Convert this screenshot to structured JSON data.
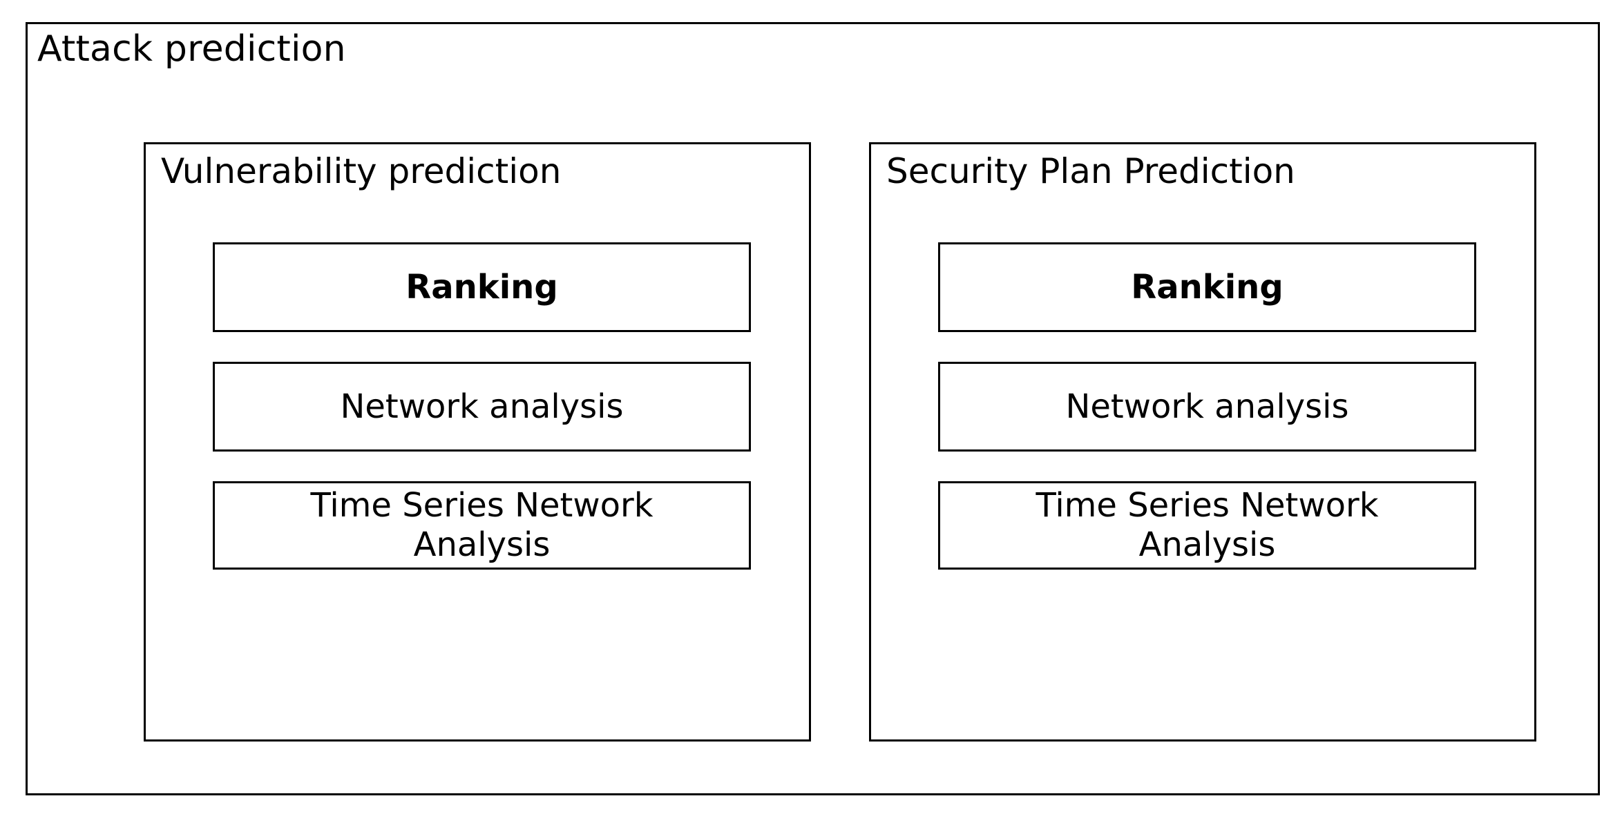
{
  "diagram": {
    "title": "Attack prediction",
    "columns": [
      {
        "title": "Vulnerability prediction",
        "items": [
          {
            "label": "Ranking",
            "emphasis": "bold"
          },
          {
            "label": "Network analysis",
            "emphasis": "regular"
          },
          {
            "label": "Time Series Network\nAnalysis",
            "emphasis": "regular"
          }
        ]
      },
      {
        "title": "Security Plan Prediction",
        "items": [
          {
            "label": "Ranking",
            "emphasis": "bold"
          },
          {
            "label": "Network analysis",
            "emphasis": "regular"
          },
          {
            "label": "Time Series Network\nAnalysis",
            "emphasis": "regular"
          }
        ]
      }
    ],
    "colors": {
      "stroke": "#000000",
      "background": "#ffffff",
      "text": "#000000"
    }
  }
}
